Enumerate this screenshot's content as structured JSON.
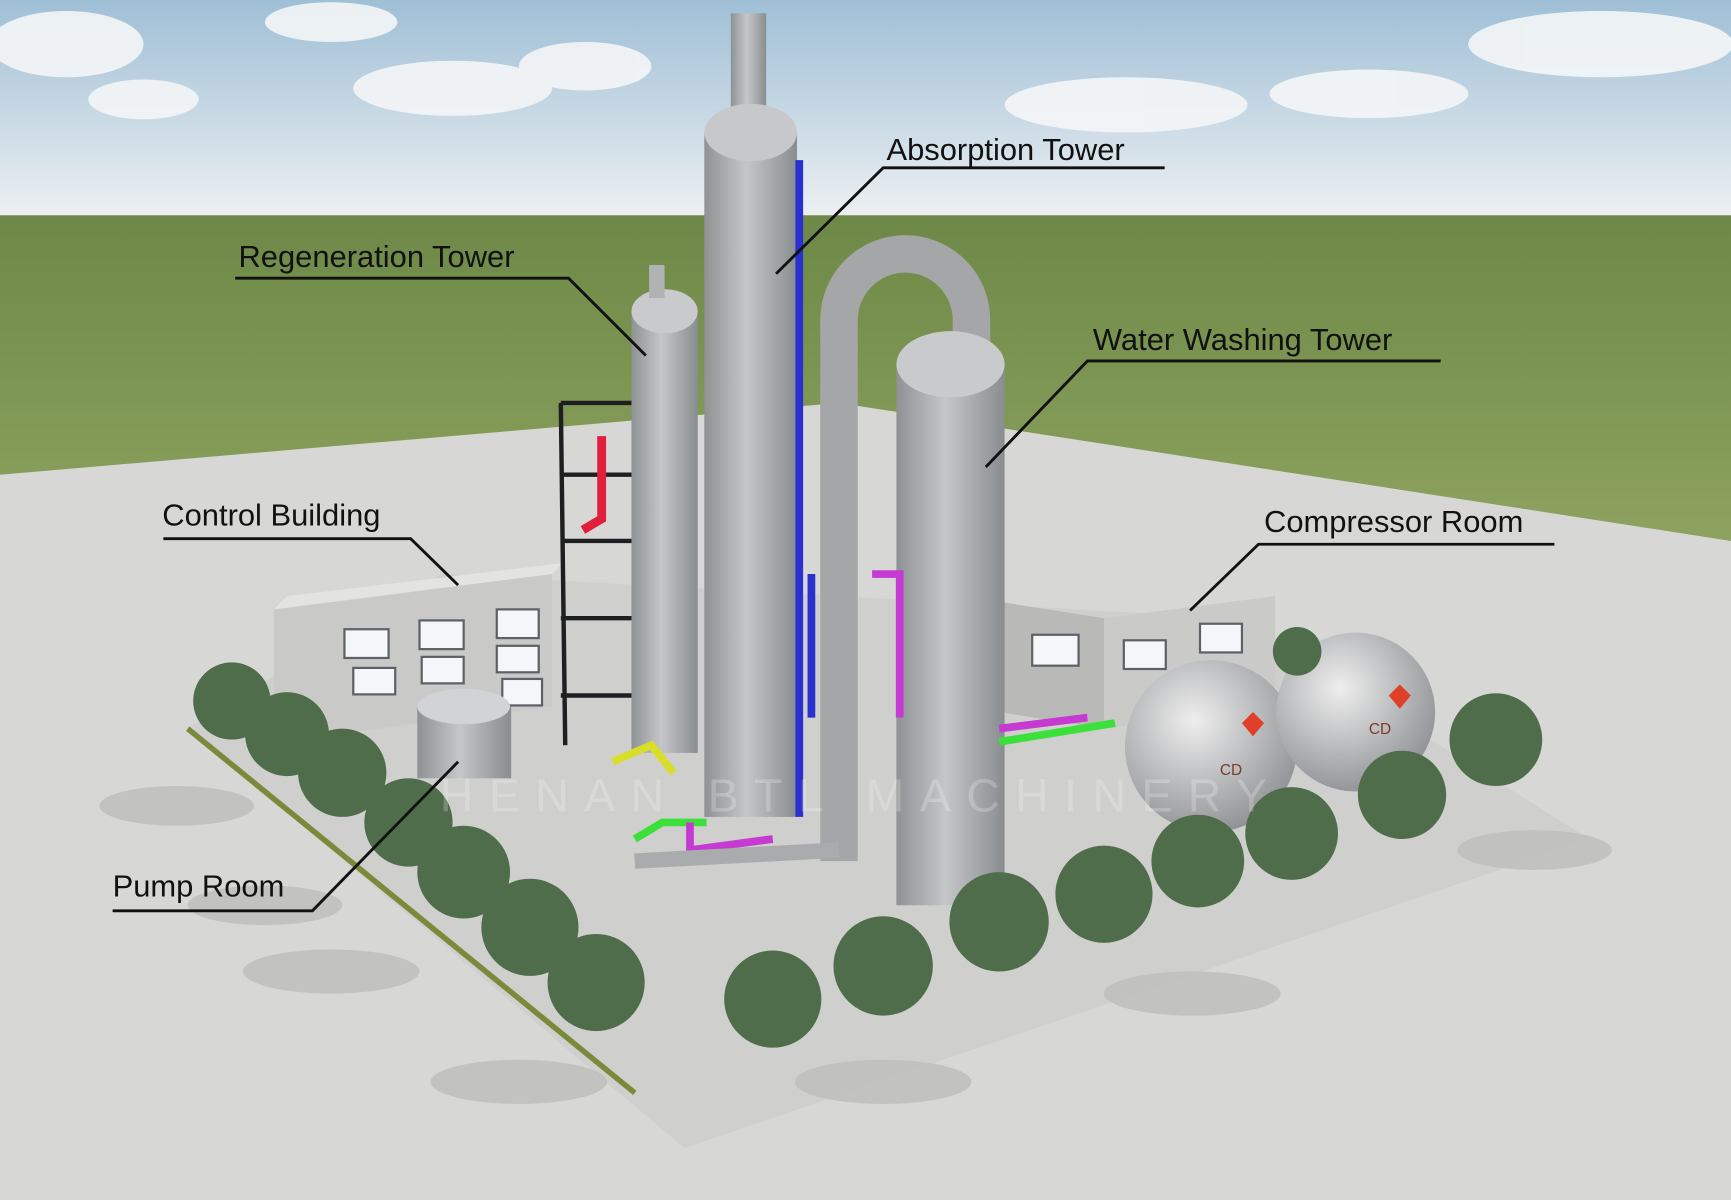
{
  "labels": {
    "absorption_tower": "Absorption Tower",
    "regeneration_tower": "Regeneration Tower",
    "water_washing_tower": "Water Washing Tower",
    "control_building": "Control Building",
    "compressor_room": "Compressor Room",
    "pump_room": "Pump Room"
  },
  "watermark": "HENAN BTL MACHINERY",
  "sphere_marking": "CD",
  "colors": {
    "sky": "#cfe0ec",
    "field": "#7f9a52",
    "ground": "#d6d6d4",
    "equipment": "#a9abad",
    "pipe_blue": "#2a2fd0",
    "pipe_green": "#3be03b",
    "pipe_magenta": "#c53ad0",
    "pipe_red": "#e0203a",
    "tree": "#4f6d4a"
  }
}
